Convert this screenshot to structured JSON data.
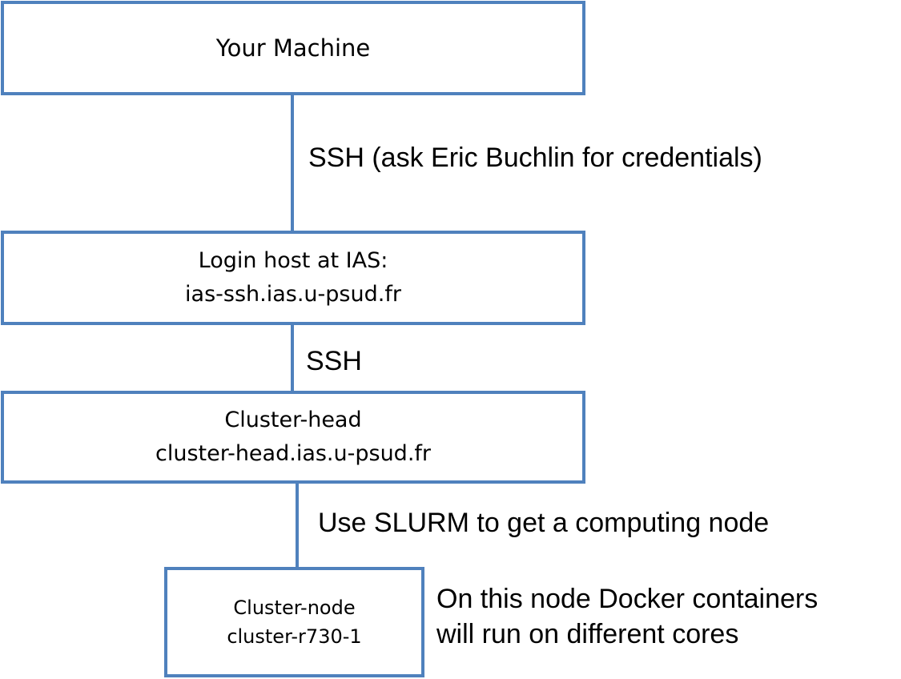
{
  "nodes": {
    "machine": {
      "line1": "Your Machine"
    },
    "login": {
      "line1": "Login host at IAS:",
      "line2": "ias-ssh.ias.u-psud.fr"
    },
    "head": {
      "line1": "Cluster-head",
      "line2": "cluster-head.ias.u-psud.fr"
    },
    "node": {
      "line1": "Cluster-node",
      "line2": "cluster-r730-1"
    }
  },
  "edges": {
    "machine_to_login": "SSH (ask Eric Buchlin for credentials)",
    "login_to_head": "SSH",
    "head_to_node": "Use SLURM to get a computing node"
  },
  "notes": {
    "node_note_line1": "On this node Docker containers",
    "node_note_line2": "will run on different cores"
  },
  "colors": {
    "box_border": "#4f81bd",
    "connector": "#4f81bd",
    "text": "#000000"
  }
}
